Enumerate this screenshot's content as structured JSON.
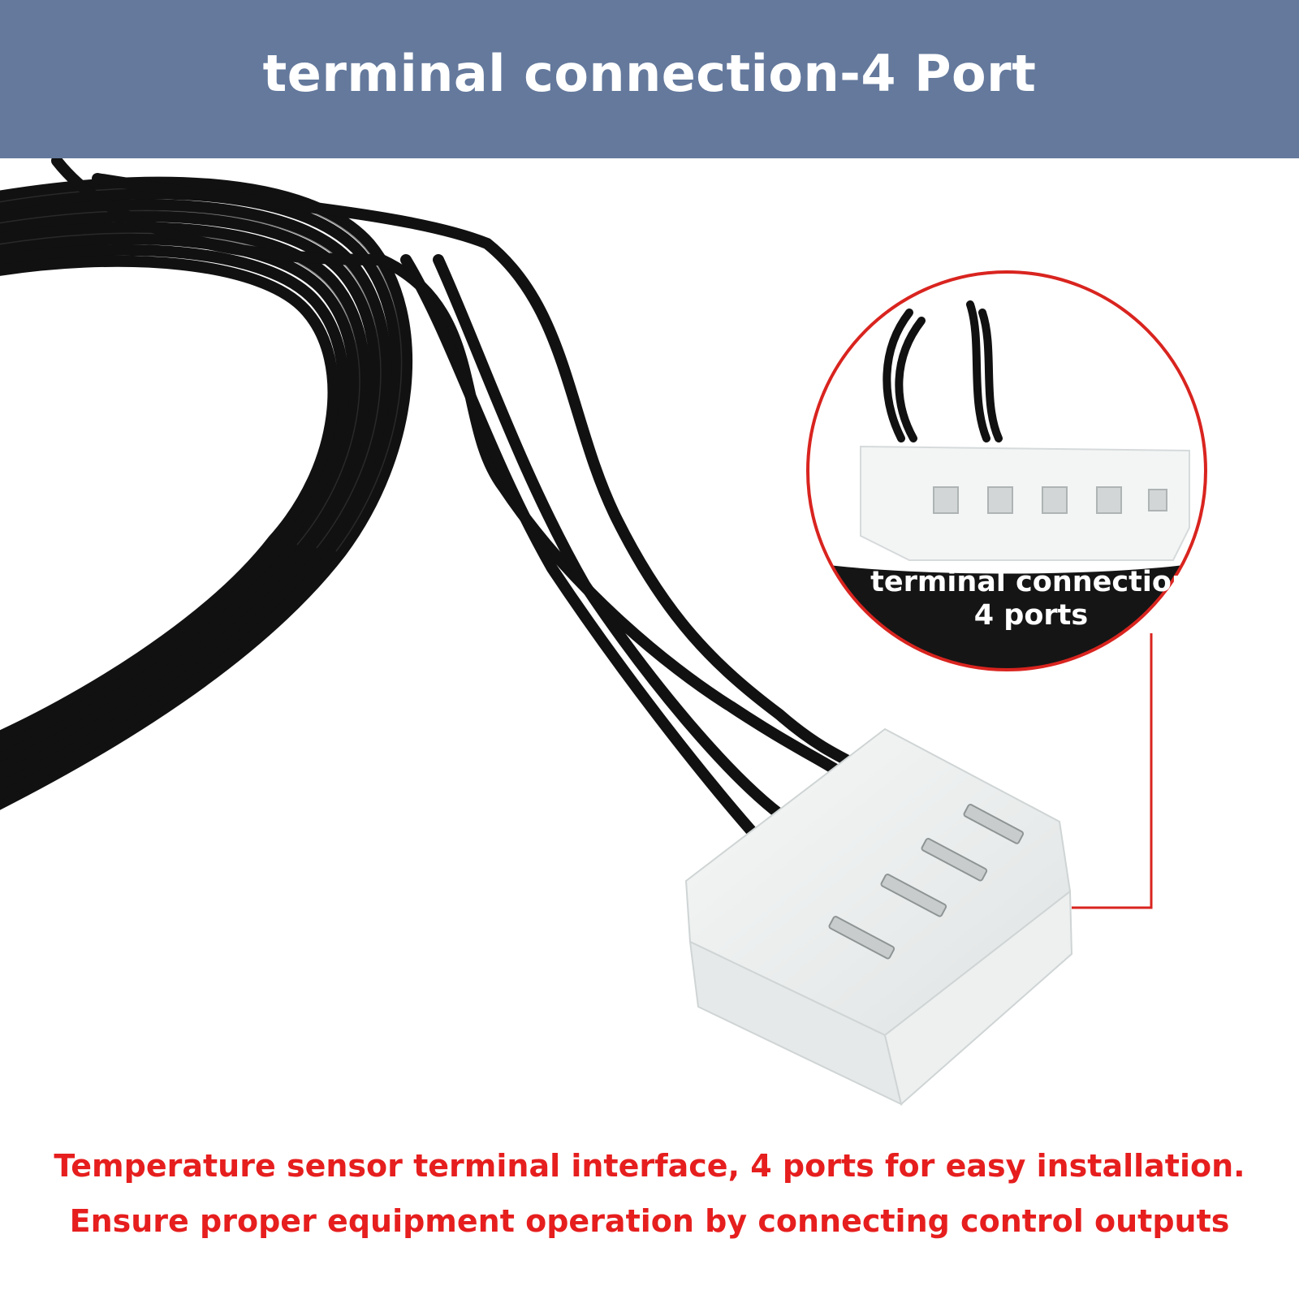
{
  "header": {
    "title": "terminal connection-4 Port",
    "background_color": "#64799c"
  },
  "callout": {
    "line1": "terminal connection",
    "line2": "4 ports",
    "ring_color": "#d9241f"
  },
  "captions": {
    "line1": "Temperature sensor terminal interface, 4 ports for easy installation.",
    "line2": "Ensure proper equipment operation by connecting control outputs",
    "color": "#e61e1e"
  }
}
